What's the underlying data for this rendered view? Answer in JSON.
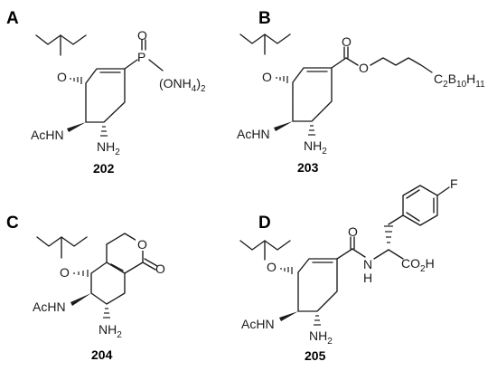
{
  "panels": [
    {
      "letter": "A",
      "compound": "202"
    },
    {
      "letter": "B",
      "compound": "203"
    },
    {
      "letter": "C",
      "compound": "204"
    },
    {
      "letter": "D",
      "compound": "205"
    }
  ],
  "labels": {
    "acetamido": "AcHN",
    "amine": "NH",
    "h2_sub": "2",
    "oxygen": "O",
    "phosphorus": "P",
    "ammonium_group": "(ONH",
    "ammonium_sub": "4",
    "ammonium_close": ")",
    "ammonium_count": "2",
    "carborane_c": "C",
    "carborane_c_sub": "2",
    "carborane_b": "B",
    "carborane_b_sub": "10",
    "carborane_h": "H",
    "carborane_h_sub": "11",
    "amide_nh": "N",
    "amide_h": "H",
    "carboxyl_co": "CO",
    "carboxyl_sub": "2",
    "carboxyl_h": "H",
    "fluorine": "F"
  }
}
